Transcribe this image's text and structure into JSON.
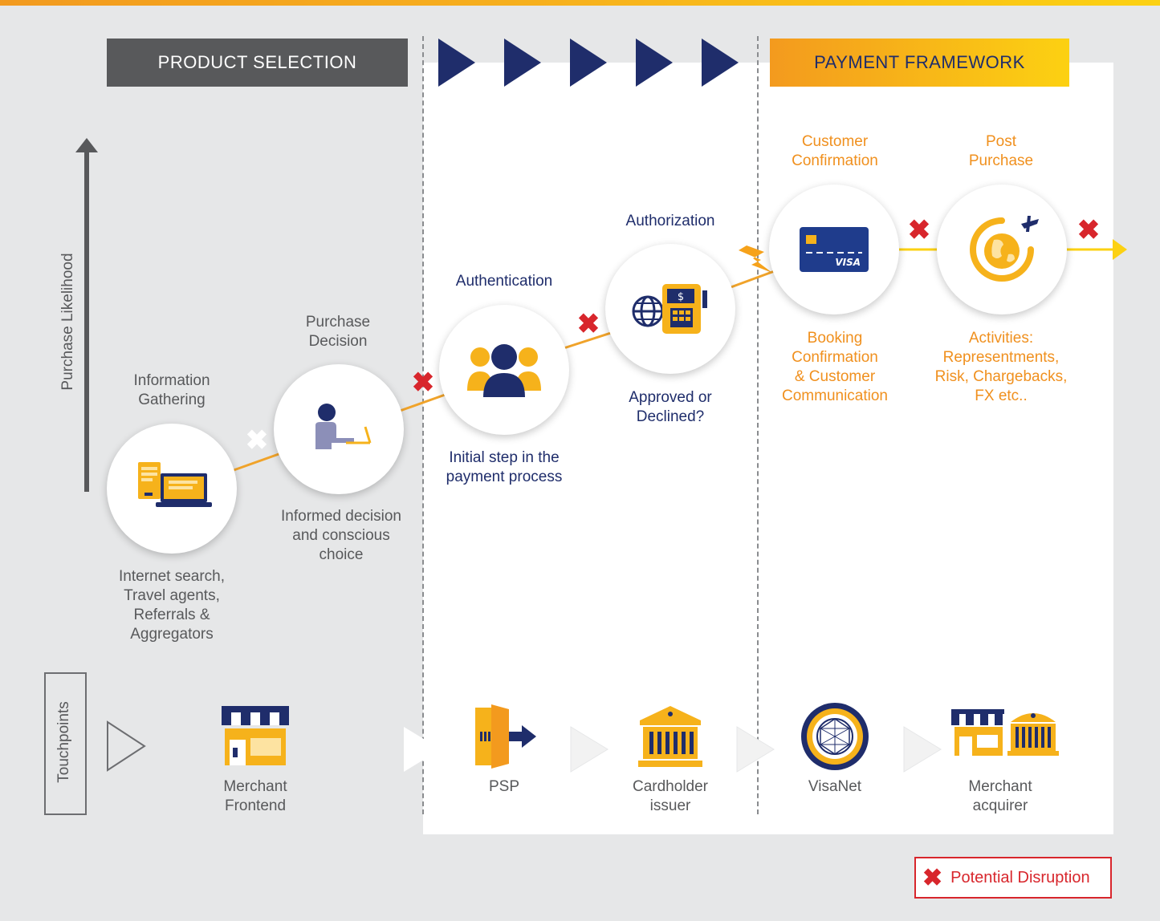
{
  "header": {
    "product_selection": "PRODUCT SELECTION",
    "payment_framework": "PAYMENT FRAMEWORK"
  },
  "axis": {
    "purchase_likelihood": "Purchase Likelihood",
    "touchpoints": "Touchpoints"
  },
  "stages": [
    {
      "title": "Information\nGathering",
      "desc": "Internet search,\nTravel agents,\nReferrals &\nAggregators",
      "icon": "devices-icon"
    },
    {
      "title": "Purchase\nDecision",
      "desc": "Informed decision\nand conscious\nchoice",
      "icon": "person-laptop-icon"
    },
    {
      "title": "Authentication",
      "desc": "Initial step in the\npayment process",
      "icon": "users-group-icon"
    },
    {
      "title": "Authorization",
      "desc": "Approved or\nDeclined?",
      "icon": "globe-terminal-icon"
    },
    {
      "title": "Customer\nConfirmation",
      "desc": "Booking\nConfirmation\n& Customer\nCommunication",
      "icon": "visa-card-icon"
    },
    {
      "title": "Post\nPurchase",
      "desc": "Activities:\nRepresentments,\nRisk, Chargebacks,\nFX etc..",
      "icon": "globe-plane-icon"
    }
  ],
  "touchpoints": [
    {
      "label": "Merchant\nFrontend",
      "icon": "storefront-icon"
    },
    {
      "label": "PSP",
      "icon": "door-arrow-icon"
    },
    {
      "label": "Cardholder\nissuer",
      "icon": "bank-icon"
    },
    {
      "label": "VisaNet",
      "icon": "visanet-globe-icon"
    },
    {
      "label": "Merchant\nacquirer",
      "icon": "store-bank-icon"
    }
  ],
  "card_text": "VISA",
  "terminal_symbol": "$",
  "disruption_mark": "✖",
  "legend": {
    "label": "Potential Disruption"
  },
  "colors": {
    "navy": "#1f2d6b",
    "orange": "#f39a1e",
    "yellow": "#fcd112",
    "red": "#d8262c",
    "grey": "#58595b",
    "background": "#e6e7e8"
  }
}
